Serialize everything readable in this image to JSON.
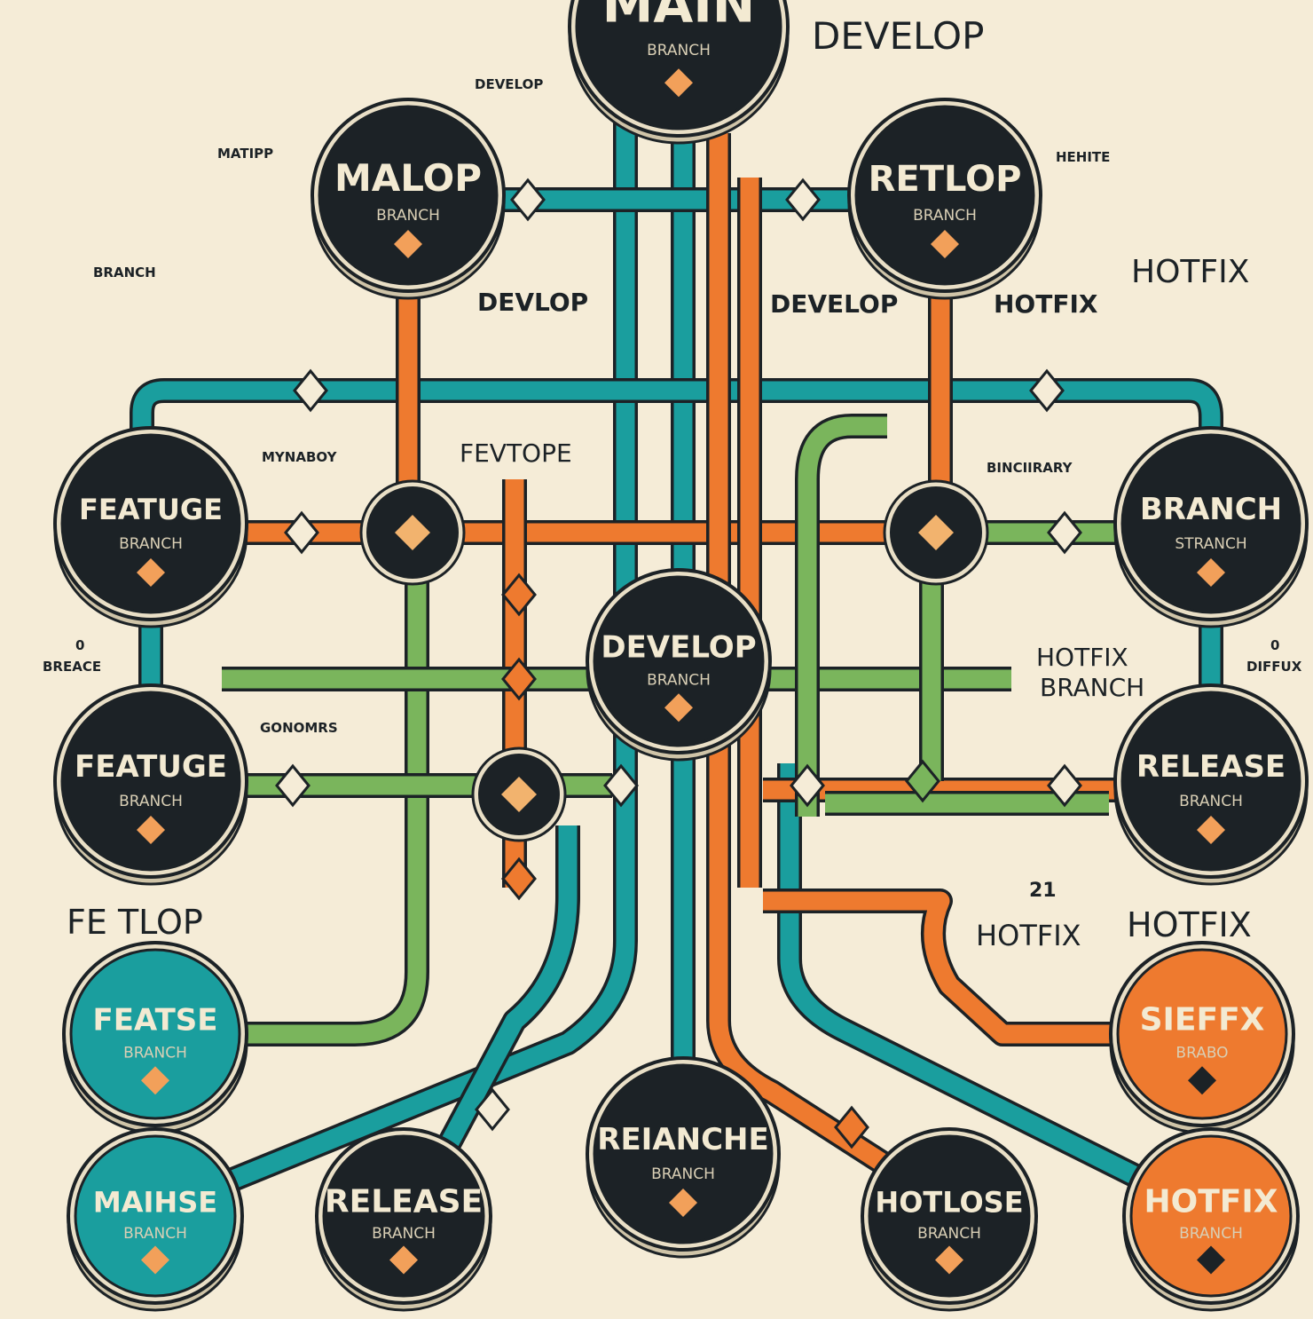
{
  "colors": {
    "background": "#f5ecd7",
    "teal": "#1a9e9e",
    "orange": "#ee7a2f",
    "green": "#7ab55c",
    "node": "#1c2226",
    "node_rim": "#e9dfc6"
  },
  "nodes": [
    {
      "title": "MAIN",
      "sub": "BRANCH",
      "fill": "#1c2226"
    },
    {
      "title": "MALOP",
      "sub": "BRANCH",
      "fill": "#1c2226"
    },
    {
      "title": "RETLOP",
      "sub": "BRANCH",
      "fill": "#1c2226"
    },
    {
      "title": "FEATUGE",
      "sub": "BRANCH",
      "fill": "#1c2226"
    },
    {
      "title": "BRANCH",
      "sub": "STRANCH",
      "fill": "#1c2226"
    },
    {
      "title": "DEVELOP",
      "sub": "BRANCH",
      "fill": "#1c2226"
    },
    {
      "title": "FEATUGE",
      "sub": "BRANCH",
      "fill": "#1c2226"
    },
    {
      "title": "RELEASE",
      "sub": "BRANCH",
      "fill": "#1c2226"
    },
    {
      "title": "FEATSE",
      "sub": "BRANCH",
      "fill": "#1a9e9e"
    },
    {
      "title": "SIEFFX",
      "sub": "BRABO",
      "fill": "#ee7a2f"
    },
    {
      "title": "REIANCHE",
      "sub": "BRANCH",
      "fill": "#1c2226"
    },
    {
      "title": "MAIHSE",
      "sub": "BRANCH",
      "fill": "#1a9e9e"
    },
    {
      "title": "RELEASE",
      "sub": "BRANCH",
      "fill": "#1c2226"
    },
    {
      "title": "HOTLOSE",
      "sub": "BRANCH",
      "fill": "#1c2226"
    },
    {
      "title": "HOTFIX",
      "sub": "BRANCH",
      "fill": "#ee7a2f"
    }
  ],
  "labels": {
    "develop_top": "DEVELOP",
    "develop_small": "DEVELOP",
    "matipp": "MATIPP",
    "hehite": "HEHITE",
    "branch_left": "BRANCH",
    "devlop": "DEVLOP",
    "develop_mid": "DEVELOP",
    "hotfix_mid": "HOTFIX",
    "hotfix_right": "HOTFIX",
    "fevtope": "FEVTOPE",
    "mynaboy": "MYNABOY",
    "binciirary": "BINCIIRARY",
    "breace": "BREACE",
    "diffux": "DIFFUX",
    "hotfix_branch_1": "HOTFIX",
    "hotfix_branch_2": "BRANCH",
    "gonomrs": "GONOMRS",
    "fe_tlop": "FE TLOP",
    "hotfix_low1": "HOTFIX",
    "hotfix_low2": "HOTFIX",
    "zero_left": "0",
    "zero_right": "0",
    "num_21": "21"
  }
}
